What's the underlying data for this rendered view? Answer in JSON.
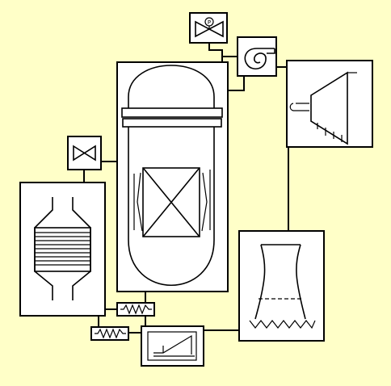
{
  "colors": {
    "background": "#ffffc8",
    "component_fill": "#ffffff",
    "line": "#000000"
  },
  "components": [
    {
      "id": "reactor-vessel",
      "icon": "reactor-pressure-vessel"
    },
    {
      "id": "steam-generator",
      "icon": "heat-exchanger"
    },
    {
      "id": "turbine",
      "icon": "steam-turbine"
    },
    {
      "id": "cooling-tower",
      "icon": "hyperboloid-cooling-tower"
    },
    {
      "id": "pressurizer-valve",
      "icon": "pressure-control-valve",
      "label": "P"
    },
    {
      "id": "coolant-pump",
      "icon": "centrifugal-pump"
    },
    {
      "id": "isolation-valve",
      "icon": "gate-valve"
    },
    {
      "id": "control-unit",
      "icon": "sawtooth-control-unit"
    },
    {
      "id": "heater-upper",
      "icon": "resistor-heater"
    },
    {
      "id": "heater-lower",
      "icon": "resistor-heater"
    }
  ]
}
